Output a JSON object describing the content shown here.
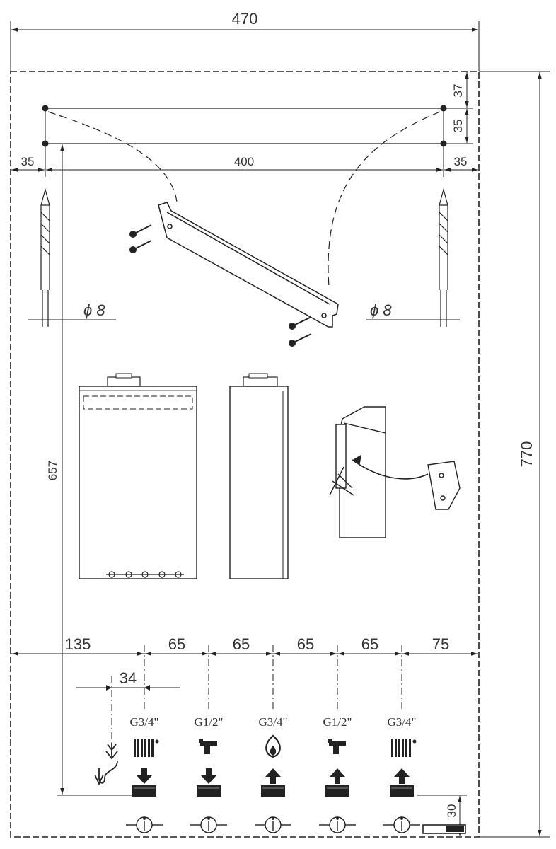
{
  "dimensions": {
    "overall_width": "470",
    "overall_height": "770",
    "top_offset_1": "37",
    "top_offset_2": "35",
    "left_edge": "35",
    "hole_spacing": "400",
    "right_edge": "35",
    "drill_left": "ϕ 8",
    "drill_right": "ϕ 8",
    "height_657": "657",
    "bottom_30": "30",
    "offset_34": "34",
    "spacing": [
      "135",
      "65",
      "65",
      "65",
      "65",
      "75"
    ]
  },
  "connections": [
    {
      "size": "G3/4\"",
      "symbol": "radiator-icon",
      "direction": "down"
    },
    {
      "size": "G1/2\"",
      "symbol": "tap-icon",
      "direction": "down"
    },
    {
      "size": "G3/4\"",
      "symbol": "gas-flame-icon",
      "direction": "up"
    },
    {
      "size": "G1/2\"",
      "symbol": "tap-icon",
      "direction": "up"
    },
    {
      "size": "G3/4\"",
      "symbol": "radiator-icon",
      "direction": "up"
    }
  ],
  "colors": {
    "line": "#222222",
    "dim_text": "#333333"
  }
}
